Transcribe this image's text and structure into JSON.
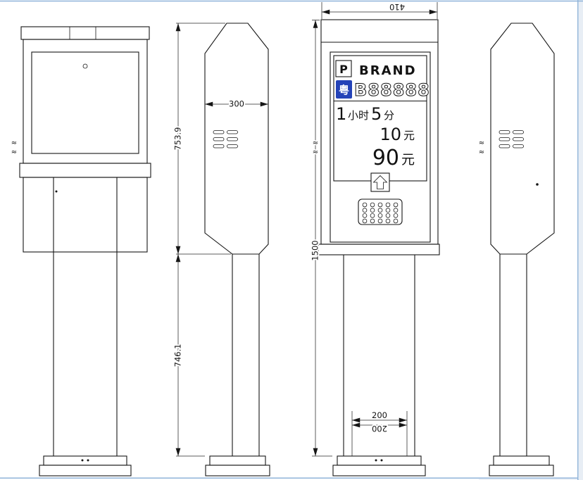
{
  "sheet": {
    "frame_color": "#8fb3d9",
    "margin_color": "#e8eef5",
    "ink_color": "#161616"
  },
  "dimensions": {
    "head_height": "753.9",
    "post_height": "746.1",
    "depth": "300",
    "total_height": "1500",
    "top_width": "410",
    "post_width": "200",
    "post_width_mirrored": "200",
    "break_mark": "≈"
  },
  "display": {
    "parking_symbol": "P",
    "brand_name": "BRAND",
    "plate": {
      "province": "粤",
      "serial": "B88888",
      "blue": "#2443b8"
    },
    "tariff": {
      "hour_value": "1",
      "hour_unit": "小时",
      "minute_value": "5",
      "minute_unit": "分"
    },
    "price_primary": {
      "value": "10",
      "unit": "元"
    },
    "price_secondary": {
      "value": "90",
      "unit": "元"
    }
  }
}
